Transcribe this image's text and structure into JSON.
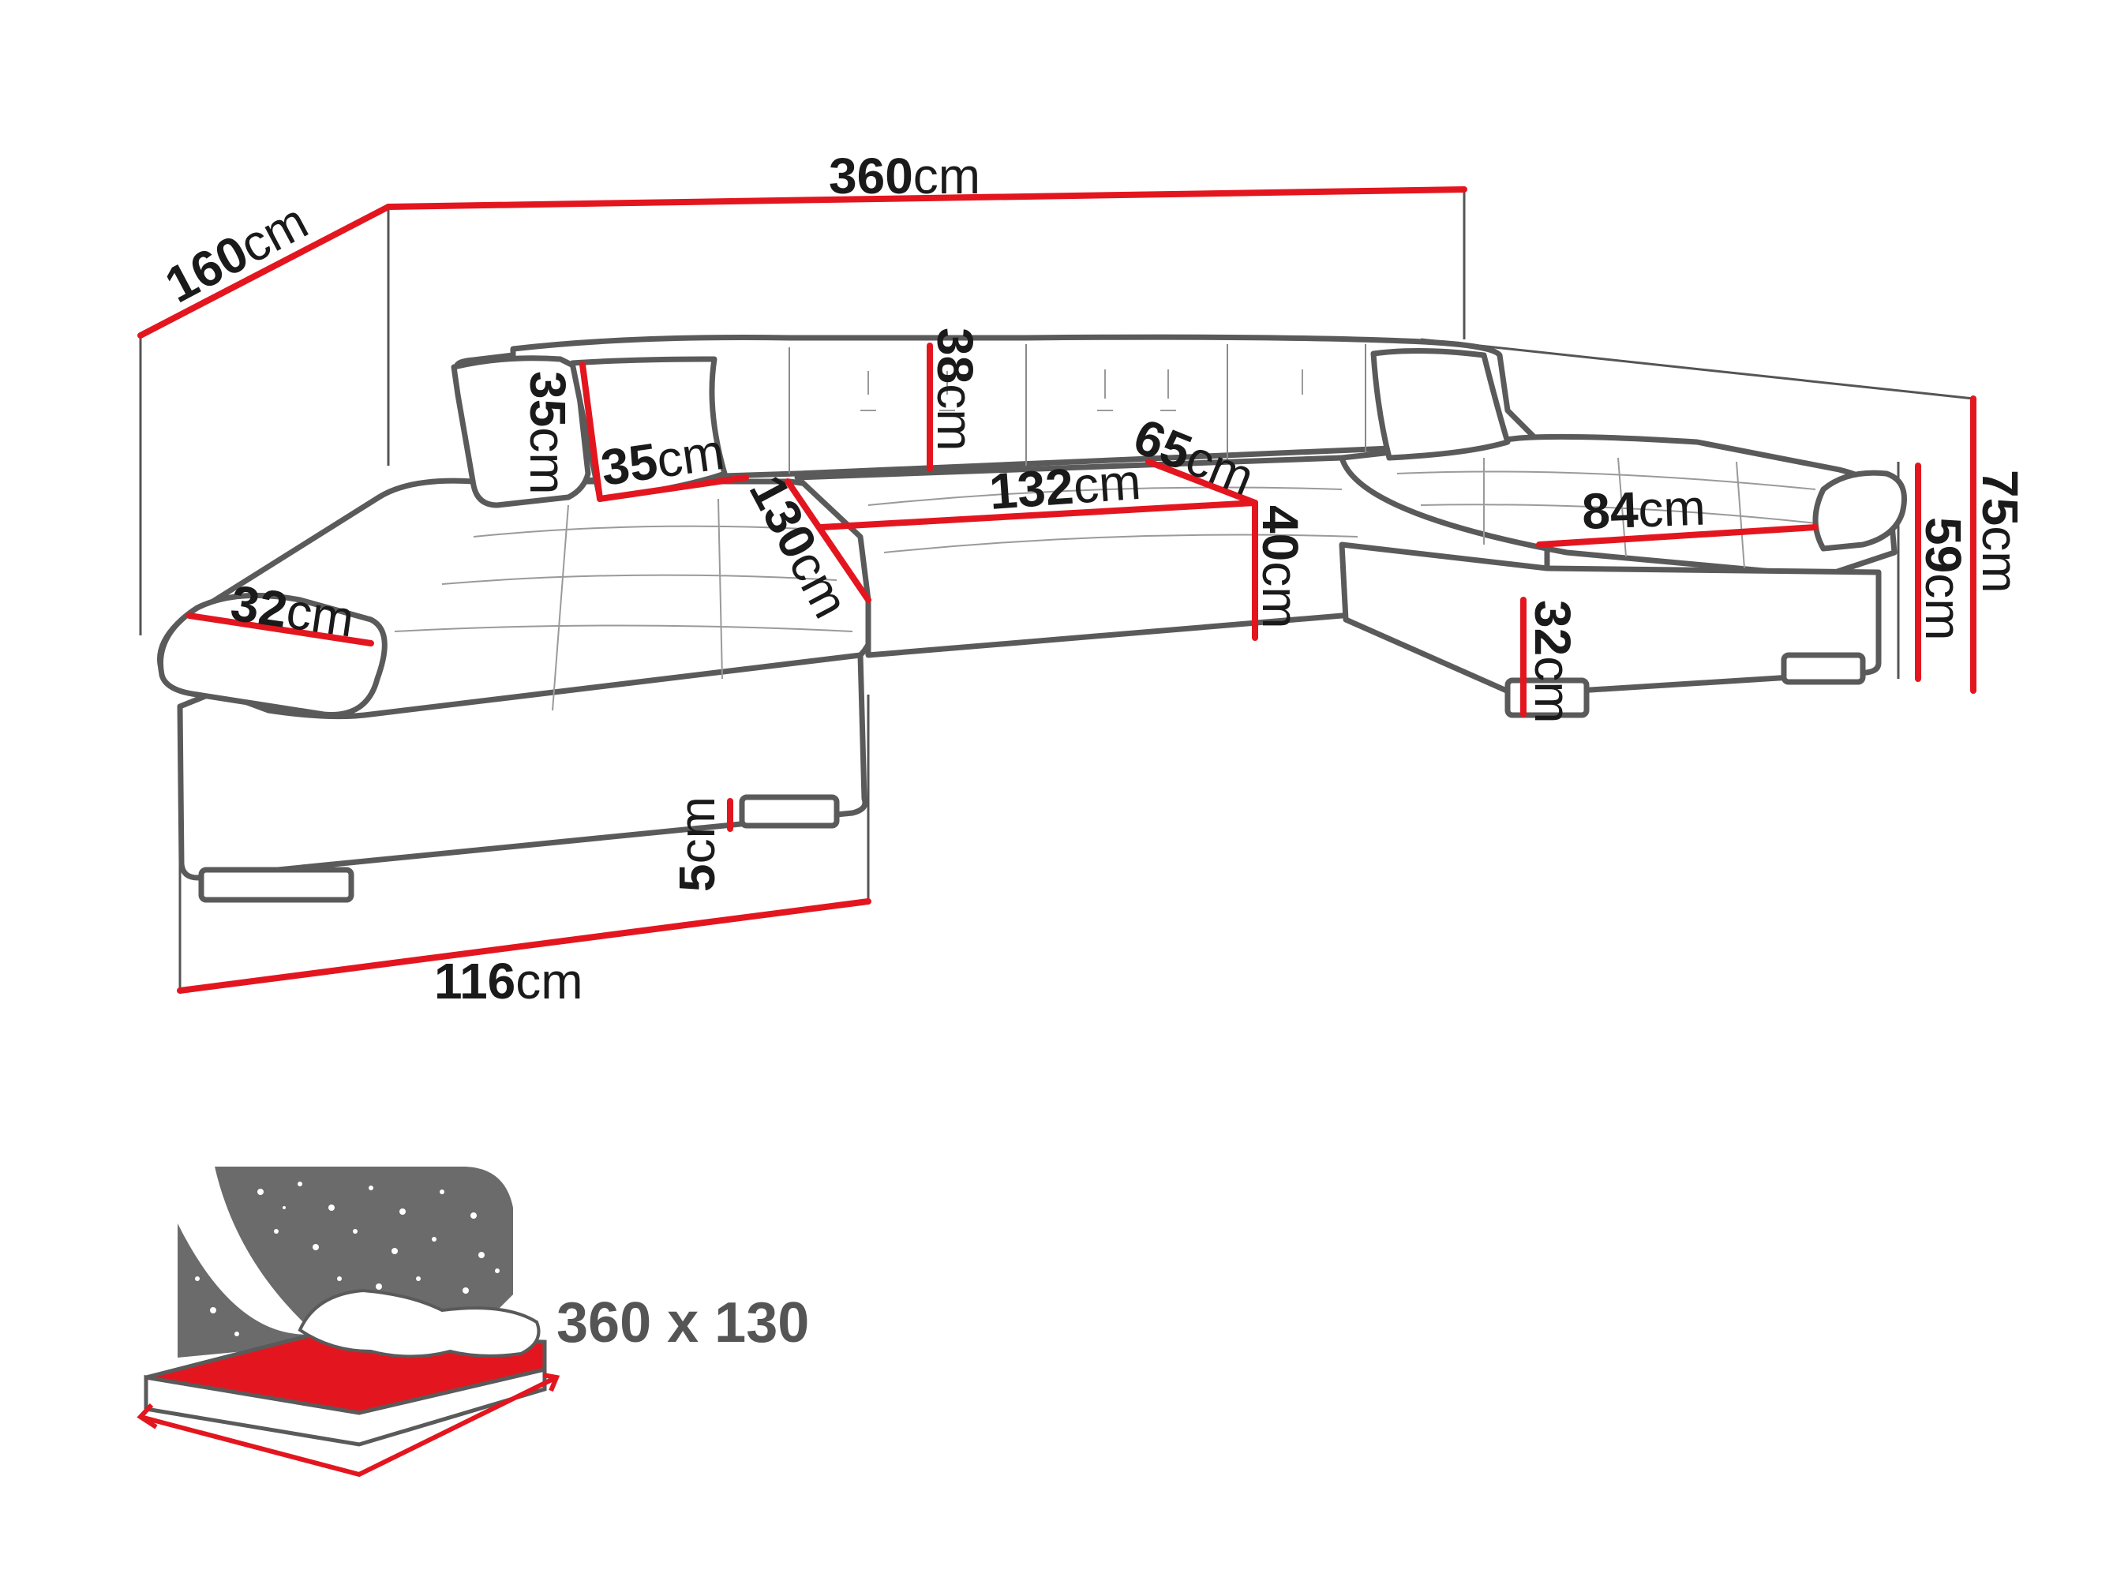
{
  "unit": "cm",
  "dimensions": {
    "total_width": "360",
    "depth_left": "160",
    "left_chaise_width": "116",
    "seat_depth_main": "130",
    "seat_width_main": "132",
    "backrest_height": "38",
    "pillow_height": "35",
    "pillow_width": "35",
    "armrest_width": "32",
    "leg_height": "5",
    "seat_depth_front": "65",
    "seat_height_front": "40",
    "right_seat_width": "84",
    "right_front_height": "32",
    "armrest_height_right": "59",
    "total_height": "75"
  },
  "sleeping_area": "360 x 130",
  "colors": {
    "dimension_line": "#e3161f",
    "outline": "#5a5a5a",
    "text": "#1a1a1a",
    "sleeping_icon_bg": "#6b6b6b",
    "mattress_top": "#e3161f"
  }
}
